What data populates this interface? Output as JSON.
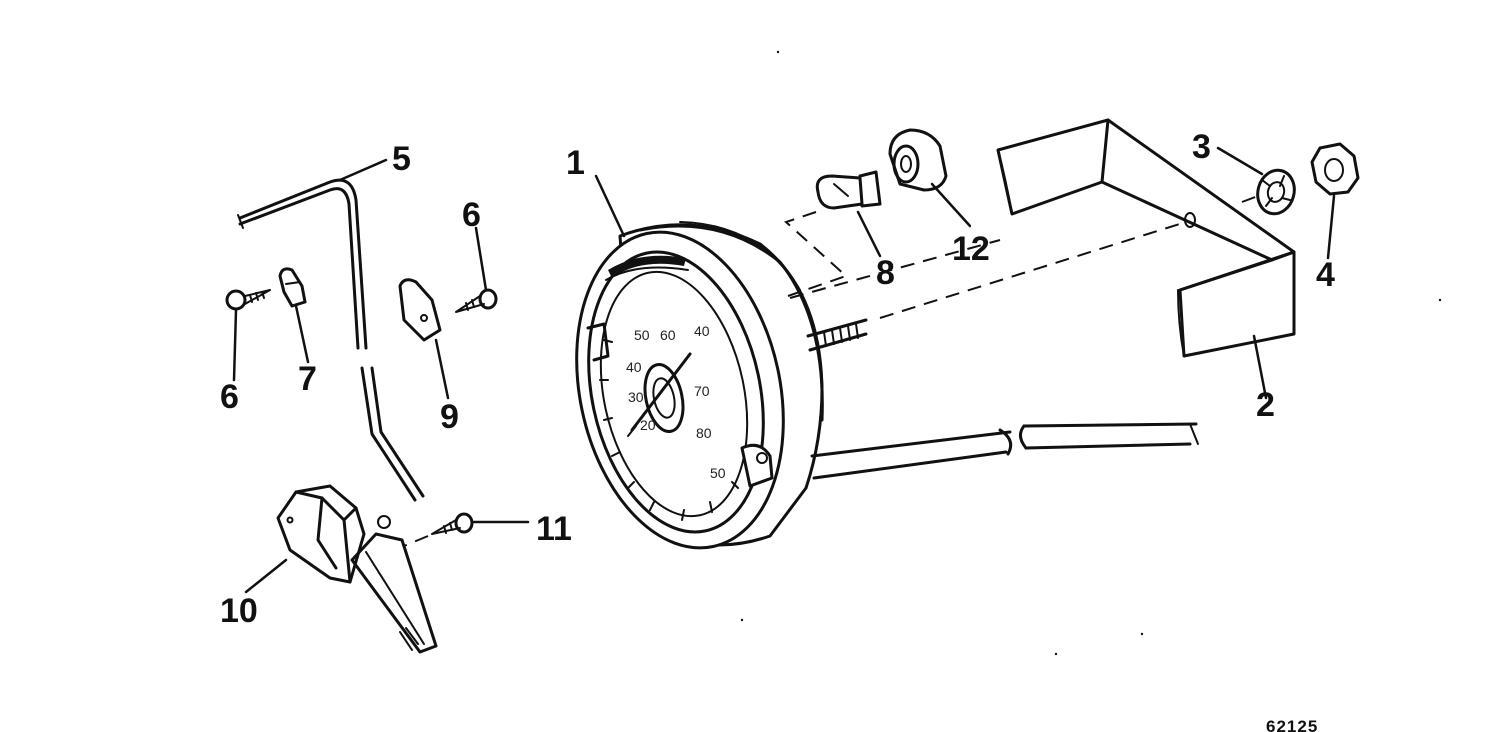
{
  "callouts": {
    "c1": "1",
    "c2": "2",
    "c3": "3",
    "c4": "4",
    "c5": "5",
    "c6a": "6",
    "c6b": "6",
    "c7": "7",
    "c8": "8",
    "c9": "9",
    "c10": "10",
    "c11": "11",
    "c12": "12"
  },
  "dial": {
    "n50": "50",
    "n60": "60",
    "n40a": "40",
    "n40b": "40",
    "n70": "70",
    "n30": "30",
    "n80": "80",
    "n50b": "50",
    "n20": "20"
  },
  "reference_code": "62125"
}
